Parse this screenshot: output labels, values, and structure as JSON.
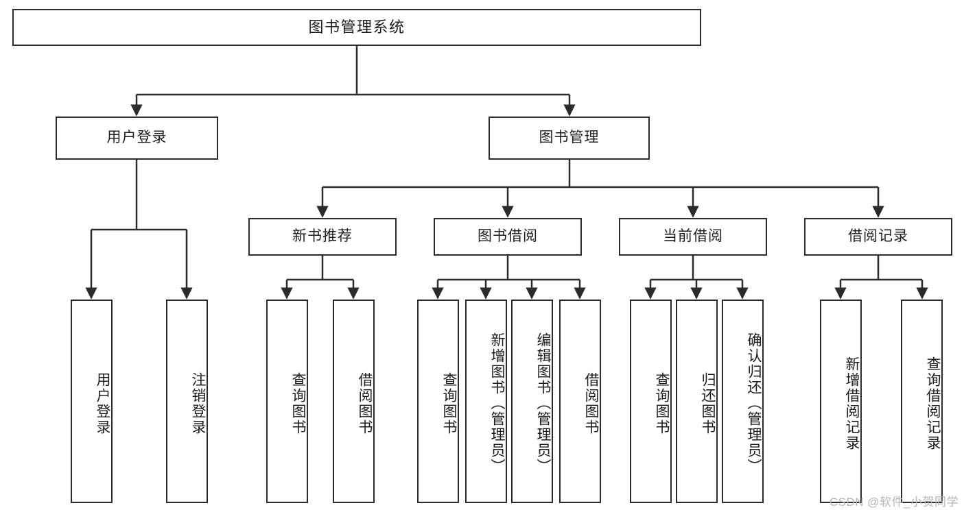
{
  "diagram": {
    "title": "图书管理系统",
    "type": "tree-hierarchy",
    "watermark": "CSDN @软件_小贺同学",
    "colors": {
      "box_border": "#2b2b2b",
      "box_fill": "#ffffff",
      "edge": "#2b2b2b",
      "text": "#1c1c1c",
      "watermark": "#b6b6b6"
    },
    "root": {
      "label": "图书管理系统"
    },
    "level2": [
      {
        "id": "user-login",
        "label": "用户登录"
      },
      {
        "id": "book-manage",
        "label": "图书管理"
      }
    ],
    "level3": [
      {
        "id": "new-book-recommend",
        "label": "新书推荐"
      },
      {
        "id": "book-borrow",
        "label": "图书借阅"
      },
      {
        "id": "current-borrow",
        "label": "当前借阅"
      },
      {
        "id": "borrow-record",
        "label": "借阅记录"
      }
    ],
    "leaves": {
      "user-login": [
        {
          "id": "leaf-user-login",
          "label": "用户登录"
        },
        {
          "id": "leaf-logout-login",
          "label": "注销登录"
        }
      ],
      "new-book-recommend": [
        {
          "id": "leaf-query-book-1",
          "label": "查询图书"
        },
        {
          "id": "leaf-borrow-book-1",
          "label": "借阅图书"
        }
      ],
      "book-borrow": [
        {
          "id": "leaf-query-book-2",
          "label": "查询图书"
        },
        {
          "id": "leaf-add-book",
          "label": "新增图书（管理员）"
        },
        {
          "id": "leaf-edit-book",
          "label": "编辑图书（管理员）"
        },
        {
          "id": "leaf-borrow-book-2",
          "label": "借阅图书"
        }
      ],
      "current-borrow": [
        {
          "id": "leaf-query-book-3",
          "label": "查询图书"
        },
        {
          "id": "leaf-return-book",
          "label": "归还图书"
        },
        {
          "id": "leaf-confirm-return",
          "label": "确认归还（管理员）"
        }
      ],
      "borrow-record": [
        {
          "id": "leaf-add-record",
          "label": "新增借阅记录"
        },
        {
          "id": "leaf-query-record",
          "label": "查询借阅记录"
        }
      ]
    }
  }
}
